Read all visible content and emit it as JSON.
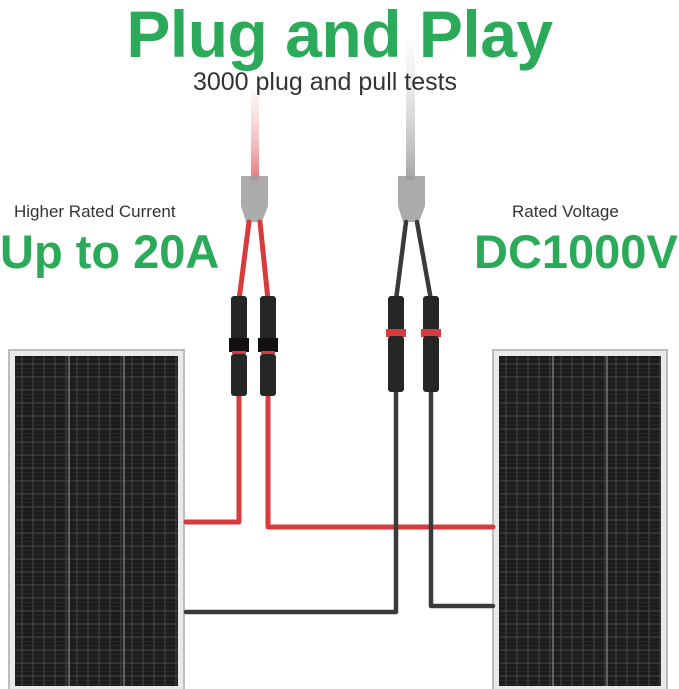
{
  "headline": {
    "title": "Plug and Play",
    "subtitle": "3000 plug and pull tests"
  },
  "specs": {
    "left": {
      "label": "Higher Rated Current",
      "value": "Up to 20A"
    },
    "right": {
      "label": "Rated Voltage",
      "value": "DC1000V"
    }
  },
  "colors": {
    "accent_green": "#2bab5a",
    "text_gray": "#333333",
    "positive_cable": "#e0393b",
    "negative_cable": "#3a3a3a",
    "panel_cell": "#1b1b1b",
    "panel_frame": "#cfcfcf"
  },
  "illustration": {
    "items": [
      "solar-panel-left",
      "solar-panel-right",
      "y-branch-connector-positive",
      "y-branch-connector-negative",
      "mc4-connector-pairs",
      "red-cable",
      "black-cable"
    ]
  }
}
